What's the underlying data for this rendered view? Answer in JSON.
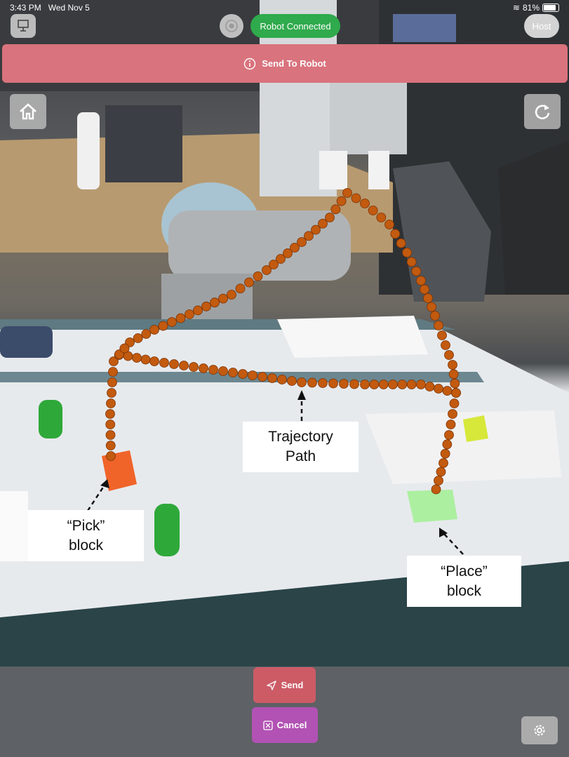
{
  "status_bar": {
    "time": "3:43 PM",
    "date": "Wed Nov 5",
    "battery": "81%"
  },
  "header": {
    "connection_status": "Robot Connected",
    "host_label": "Host",
    "send_to_robot_label": "Send To Robot"
  },
  "annotations": {
    "trajectory": [
      "Trajectory",
      "Path"
    ],
    "pick": [
      "“Pick”",
      "block"
    ],
    "place": [
      "“Place”",
      "block"
    ]
  },
  "controls": {
    "send_label": "Send",
    "cancel_label": "Cancel"
  },
  "colors": {
    "connected": "#2faa4c",
    "send_bar": "#d9737d",
    "send_button": "#cc5b66",
    "cancel_button": "#b252b4",
    "path": "#c25a0f"
  },
  "icons": [
    "monitor-icon",
    "target-icon",
    "info-icon",
    "home-icon",
    "refresh-icon",
    "send-icon",
    "cancel-x-icon",
    "gear-icon"
  ]
}
